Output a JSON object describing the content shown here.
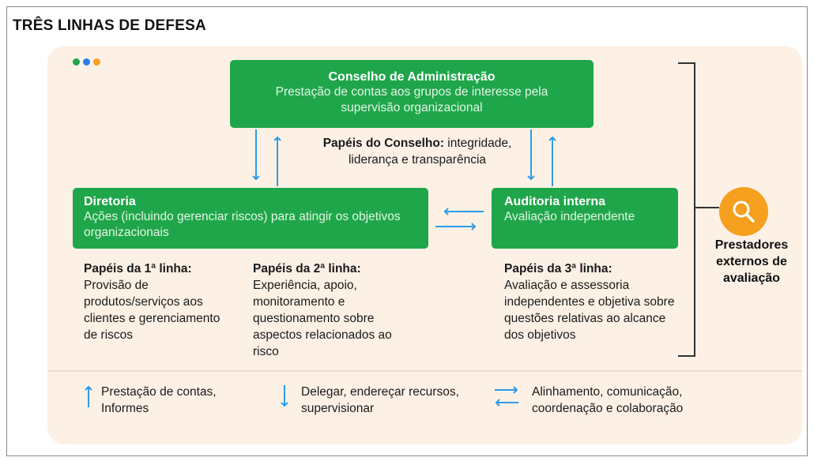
{
  "title": "TRÊS LINHAS DE DEFESA",
  "colors": {
    "green": "#1fa64a",
    "arrow_blue": "#2d9be8",
    "accent_orange": "#f5a01f",
    "panel_bg": "#fdf1e6",
    "dots": [
      "#1fa64a",
      "#2d7be8",
      "#f5a01f"
    ]
  },
  "board": {
    "title": "Conselho de Administração",
    "subtitle": "Prestação de contas aos grupos de interesse pela supervisão organizacional"
  },
  "council_roles": {
    "label": "Papéis do Conselho:",
    "text": " integridade, liderança e transparência"
  },
  "management": {
    "title": "Diretoria",
    "subtitle": "Ações (incluindo gerenciar riscos) para atingir os objetivos organizacionais"
  },
  "internal_audit": {
    "title": "Auditoria interna",
    "subtitle": "Avaliação independente"
  },
  "first_line": {
    "title": "Papéis da 1ª linha:",
    "text": "Provisão de produtos/serviços aos clientes e gerenciamento de riscos"
  },
  "second_line": {
    "title": "Papéis da 2ª linha:",
    "text": "Experiência, apoio, monitoramento e questionamento sobre aspectos relacionados ao risco"
  },
  "third_line": {
    "title": "Papéis da 3ª linha:",
    "text": "Avaliação e assessoria independentes e objetiva sobre questões relativas ao alcance dos objetivos"
  },
  "external": {
    "icon": "search-icon",
    "label": "Prestadores externos de avaliação"
  },
  "legend": {
    "up": {
      "icon": "arrow-up-icon",
      "text": "Prestação de contas, Informes"
    },
    "down": {
      "icon": "arrow-down-icon",
      "text": "Delegar, endereçar recursos, supervisionar"
    },
    "both": {
      "icon": "arrows-left-right-icon",
      "text": "Alinhamento, comunicação, coordenação e colaboração"
    }
  }
}
